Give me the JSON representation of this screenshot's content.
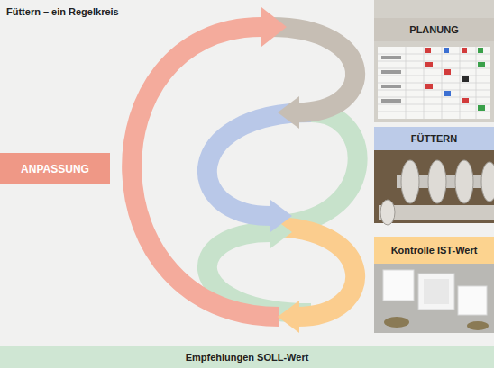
{
  "diagram": {
    "title": "Füttern – ein Regelkreis",
    "nodes": [
      {
        "text": [
          "ANPASSUNG"
        ]
      },
      {
        "text": [
          "PLANUNG"
        ]
      },
      {
        "text": [
          "FÜTTERN"
        ]
      },
      {
        "text": [
          "Kontrolle IST-Wert"
        ]
      },
      {
        "text": [
          "Empfehlungen SOLL-Wert"
        ]
      }
    ]
  }
}
